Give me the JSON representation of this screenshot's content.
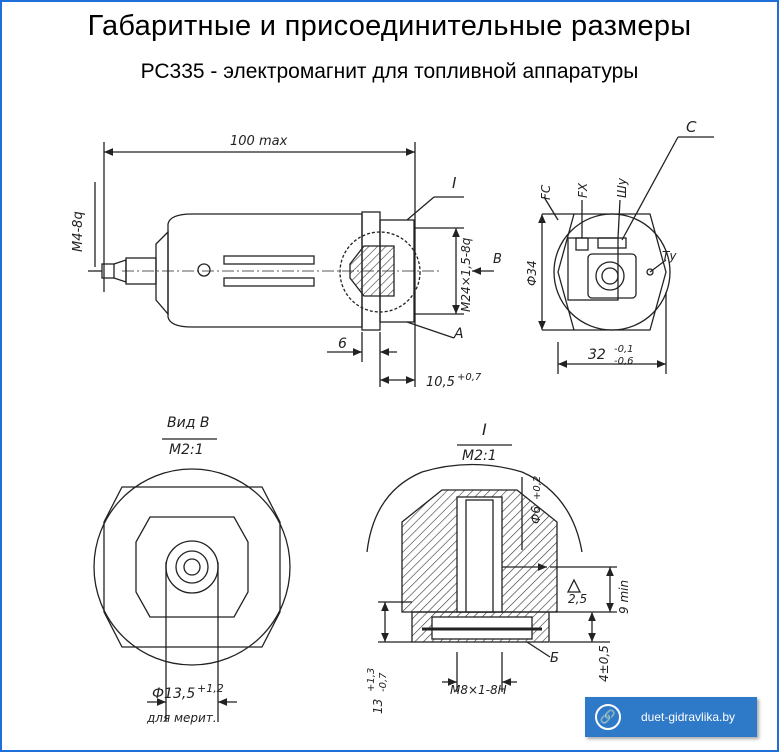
{
  "header": {
    "title": "Габаритные и присоединительные размеры",
    "subtitle": "РС335 - электромагнит для топливной аппаратуры"
  },
  "drawing_labels": {
    "overall_length": "100 max",
    "thread_left": "М4-8q",
    "detail_ref": "I",
    "view_ref_b": "В",
    "thread_m24": "М24×1,5-8q",
    "section_a": "А",
    "dim_6": "6",
    "dim_10_5": "10,5",
    "dim_10_5_tol": "+0,7",
    "callout_c": "С",
    "callout_fc": "FС",
    "callout_fx": "FX",
    "callout_shu": "Шу",
    "callout_tu": "Ту",
    "dim_phi34": "Ф34",
    "dim_32": "32",
    "dim_32_tol_upper": "-0,1",
    "dim_32_tol_lower": "-0,6",
    "view_b_title": "Вид В",
    "view_b_scale": "М2:1",
    "dim_phi13_5": "Ф13,5",
    "dim_phi13_5_tol": "+1,2",
    "dim_phi13_5_note": "для мерит.",
    "detail_title": "I",
    "detail_scale": "М2:1",
    "dim_phi6": "Ф6",
    "dim_phi6_tol": "+0,2",
    "dim_2_5": "2,5",
    "dim_9min": "9 min",
    "dim_4": "4±0,5",
    "dim_13": "13",
    "dim_13_tol_upper": "+1,3",
    "dim_13_tol_lower": "-0,7",
    "thread_m8": "М8×1-8Н",
    "callout_b": "Б"
  },
  "badge": {
    "text": "duet-gidravlika.by",
    "icon": "link-icon"
  },
  "colors": {
    "frame": "#1f6fd8",
    "badge": "#2e79c8",
    "ink": "#222222"
  }
}
